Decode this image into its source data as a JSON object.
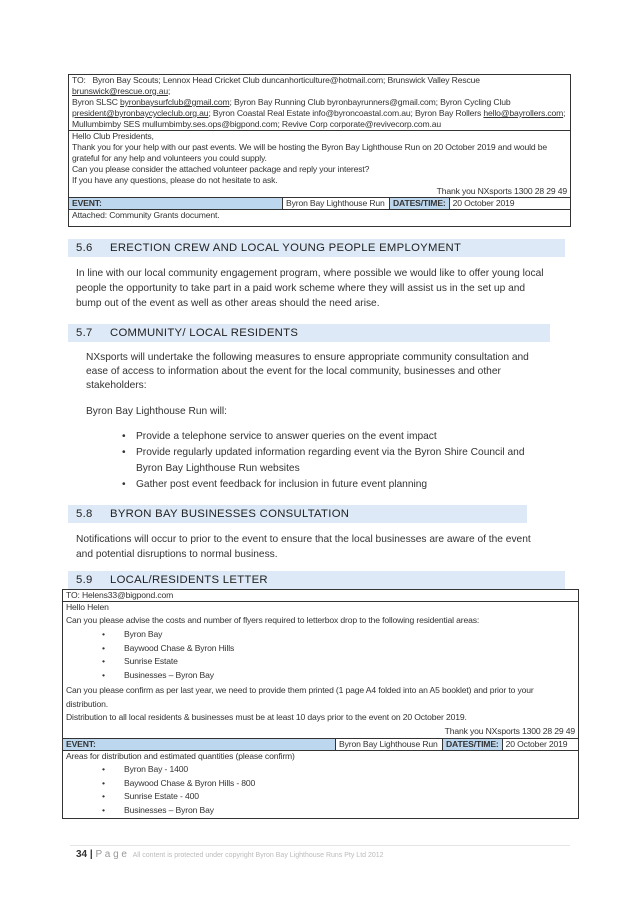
{
  "letter1": {
    "to_label": "TO:",
    "to_parts": [
      "Byron Bay Scouts; Lennox Head Cricket Club duncanhorticulture@hotmail.com; Brunswick Valley Rescue ",
      "brunswick@rescue.org.au",
      ";",
      "Byron SLSC ",
      "byronbaysurfclub@gmail.com",
      "; Byron Bay Running Club byronbayrunners@gmail.com; Byron Cycling Club",
      "president@byronbaycycleclub.org.au",
      "; Byron Coastal Real Estate info@byroncoastal.com.au; Byron Bay Rollers ",
      "hello@bayrollers.com",
      ";",
      "Mullumbimby SES mullumbimby.ses.ops@bigpond.com; Revive Corp corporate@revivecorp.com.au"
    ],
    "body": [
      "Hello Club Presidents,",
      "Thank you for your help with our past events.  We will be hosting the Byron Bay Lighthouse Run on 20 October 2019 and would be grateful for any help and volunteers you could supply.",
      "Can you please consider the attached volunteer package and reply your interest?",
      "If you have any questions, please do not hesitate to ask."
    ],
    "signoff": "Thank you NXsports 1300 28 29 49",
    "event_label": "EVENT:",
    "event": "Byron Bay Lighthouse Run",
    "dates_label": "DATES/TIME:",
    "date": "20 October 2019",
    "attached": "Attached: Community Grants document."
  },
  "sections": [
    {
      "num": "5.6",
      "title": "ERECTION CREW AND LOCAL YOUNG PEOPLE EMPLOYMENT"
    },
    {
      "num": "5.7",
      "title": "COMMUNITY/ LOCAL RESIDENTS"
    },
    {
      "num": "5.8",
      "title": "BYRON BAY BUSINESSES CONSULTATION"
    },
    {
      "num": "5.9",
      "title": "LOCAL/RESIDENTS LETTER"
    }
  ],
  "s56": {
    "text": "In line with our local community engagement program, where possible we would like to offer young local people the opportunity to take part in a paid work scheme where they will assist us in the set up and bump out of the event as well as other areas should the need arise."
  },
  "s57": {
    "intro": "NXsports will undertake the following measures to ensure appropriate community consultation and ease of access to information about the event for the local community, businesses and other stakeholders:",
    "lead": "Byron Bay Lighthouse Run will:",
    "items": [
      "Provide a telephone service to answer queries on the event impact",
      "Provide regularly updated information regarding event via the Byron Shire Council and Byron Bay Lighthouse Run websites",
      "Gather post event feedback for inclusion in future event planning"
    ]
  },
  "s58": {
    "text": "Notifications will occur to prior to the event to ensure that the local businesses are aware of the event and potential disruptions to normal business."
  },
  "letter2": {
    "to": "TO: Helens33@bigpond.com",
    "greeting": "Hello Helen",
    "ask": "Can you please advise the costs and number of flyers required to letterbox drop to the following residential areas:",
    "areas": [
      "Byron Bay",
      "Baywood Chase & Byron Hills",
      "Sunrise Estate",
      "Businesses – Byron Bay"
    ],
    "confirm": "Can you please confirm as per last year, we need to provide them printed (1 page A4 folded into an A5 booklet) and prior to your distribution.",
    "distribution": "Distribution to all local residents & businesses must be at least 10 days prior to the event on 20 October 2019.",
    "signoff": "Thank you NXsports 1300 28 29 49",
    "event_label": "EVENT:",
    "event": "Byron Bay Lighthouse Run",
    "dates_label": "DATES/TIME:",
    "date": "20 October 2019",
    "quant_intro": "Areas for distribution and estimated quantities (please confirm)",
    "quantities": [
      "Byron Bay - 1400",
      "Baywood Chase & Byron Hills - 800",
      "Sunrise Estate - 400",
      "Businesses – Byron Bay"
    ]
  },
  "footer": {
    "page": "34",
    "sep": " | ",
    "page_word": "P a g e",
    "copyright": "All content is protected under copyright Byron Bay Lighthouse Runs Pty Ltd 2012"
  },
  "colors": {
    "section_bg": "#dde9f6",
    "event_bg": "#bdd7ee"
  }
}
